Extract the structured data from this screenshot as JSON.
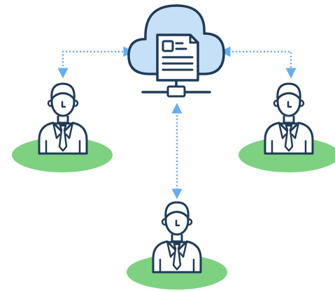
{
  "diagram": {
    "hub": {
      "icon": "cloud-server-document-icon",
      "colors": {
        "cloud_fill": "#c6e0f7",
        "outline": "#1f3b57",
        "document_fill": "#ffffff"
      }
    },
    "nodes": [
      {
        "id": "user-left",
        "icon": "businessman-icon"
      },
      {
        "id": "user-right",
        "icon": "businessman-icon"
      },
      {
        "id": "user-bottom",
        "icon": "businessman-icon"
      }
    ],
    "connections": [
      {
        "from": "hub",
        "to": "user-left",
        "style": "dotted",
        "direction": "both"
      },
      {
        "from": "hub",
        "to": "user-right",
        "style": "dotted",
        "direction": "both"
      },
      {
        "from": "hub",
        "to": "user-bottom",
        "style": "dotted",
        "direction": "both"
      }
    ],
    "colors": {
      "connector": "#64aef2",
      "platform": "#7dd180",
      "outline": "#1f3b57",
      "fill": "#ffffff"
    }
  }
}
